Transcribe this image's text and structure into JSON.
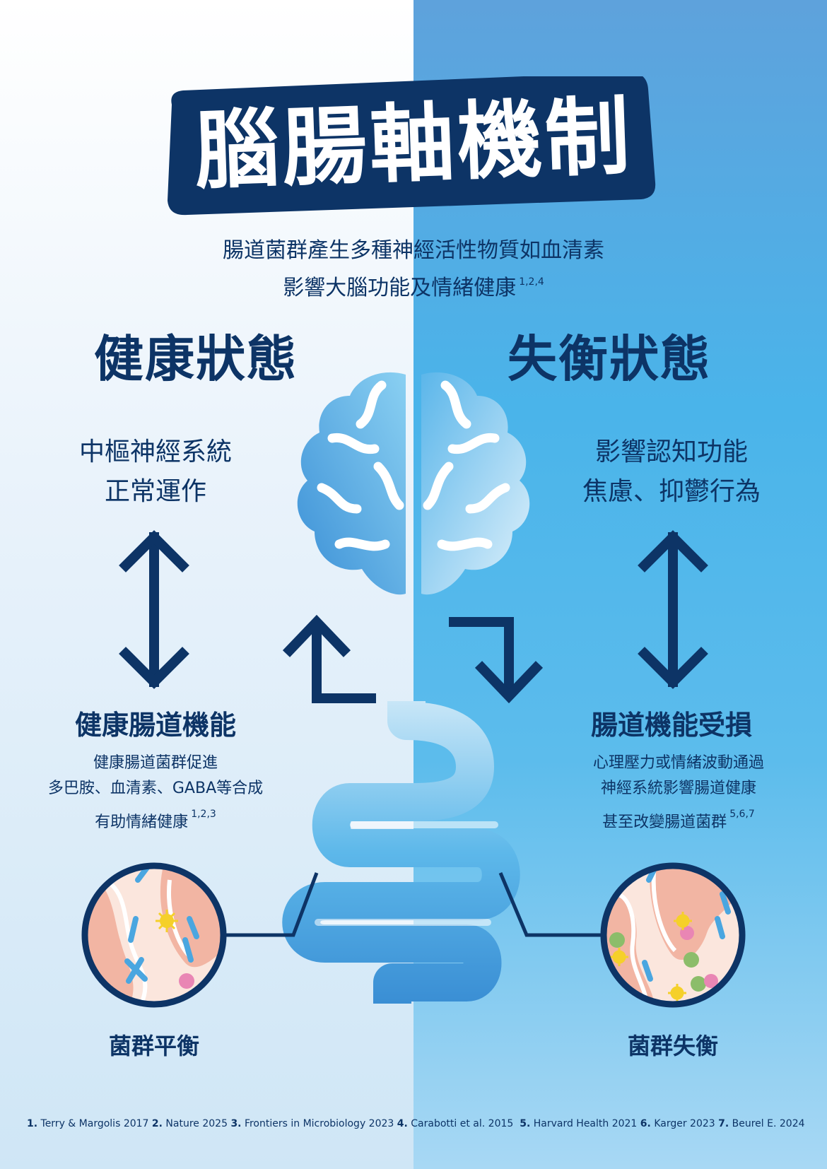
{
  "title": "腦腸軸機制",
  "subtitle": {
    "line1": "腸道菌群產生多種神經活性物質如血清素",
    "line2": "影響大腦功能及情緒健康",
    "refs": "1,2,4"
  },
  "left": {
    "heading": "健康狀態",
    "cns_line1": "中樞神經系統",
    "cns_line2": "正常運作",
    "gut_heading": "健康腸道機能",
    "desc_line1": "健康腸道菌群促進",
    "desc_line2": "多巴胺、血清素、GABA等合成",
    "desc_line3": "有助情緒健康",
    "desc_refs": "1,2,3",
    "circle_label": "菌群平衡"
  },
  "right": {
    "heading": "失衡狀態",
    "cns_line1": "影響認知功能",
    "cns_line2": "焦慮、抑鬱行為",
    "gut_heading": "腸道機能受損",
    "desc_line1": "心理壓力或情緒波動通過",
    "desc_line2": "神經系統影響腸道健康",
    "desc_line3": "甚至改變腸道菌群",
    "desc_refs": "5,6,7",
    "circle_label": "菌群失衡"
  },
  "references": [
    {
      "num": "1.",
      "text": "Terry & Margolis 2017"
    },
    {
      "num": "2.",
      "text": "Nature 2025"
    },
    {
      "num": "3.",
      "text": "Frontiers in Microbiology 2023"
    },
    {
      "num": "4.",
      "text": "Carabotti et al. 2015"
    },
    {
      "num": "5.",
      "text": "Harvard Health 2021"
    },
    {
      "num": "6.",
      "text": "Karger 2023"
    },
    {
      "num": "7.",
      "text": "Beurel E. 2024"
    }
  ],
  "colors": {
    "navy": "#0d3466",
    "left_bg": "#eaf3fb",
    "right_bg": "#4ab4ea",
    "tissue": "#f2b5a3",
    "bacteria_blue": "#4aa6e0",
    "bacteria_yellow": "#f5d02a",
    "bacteria_pink": "#e986b4",
    "bacteria_green": "#8cbd6a"
  }
}
